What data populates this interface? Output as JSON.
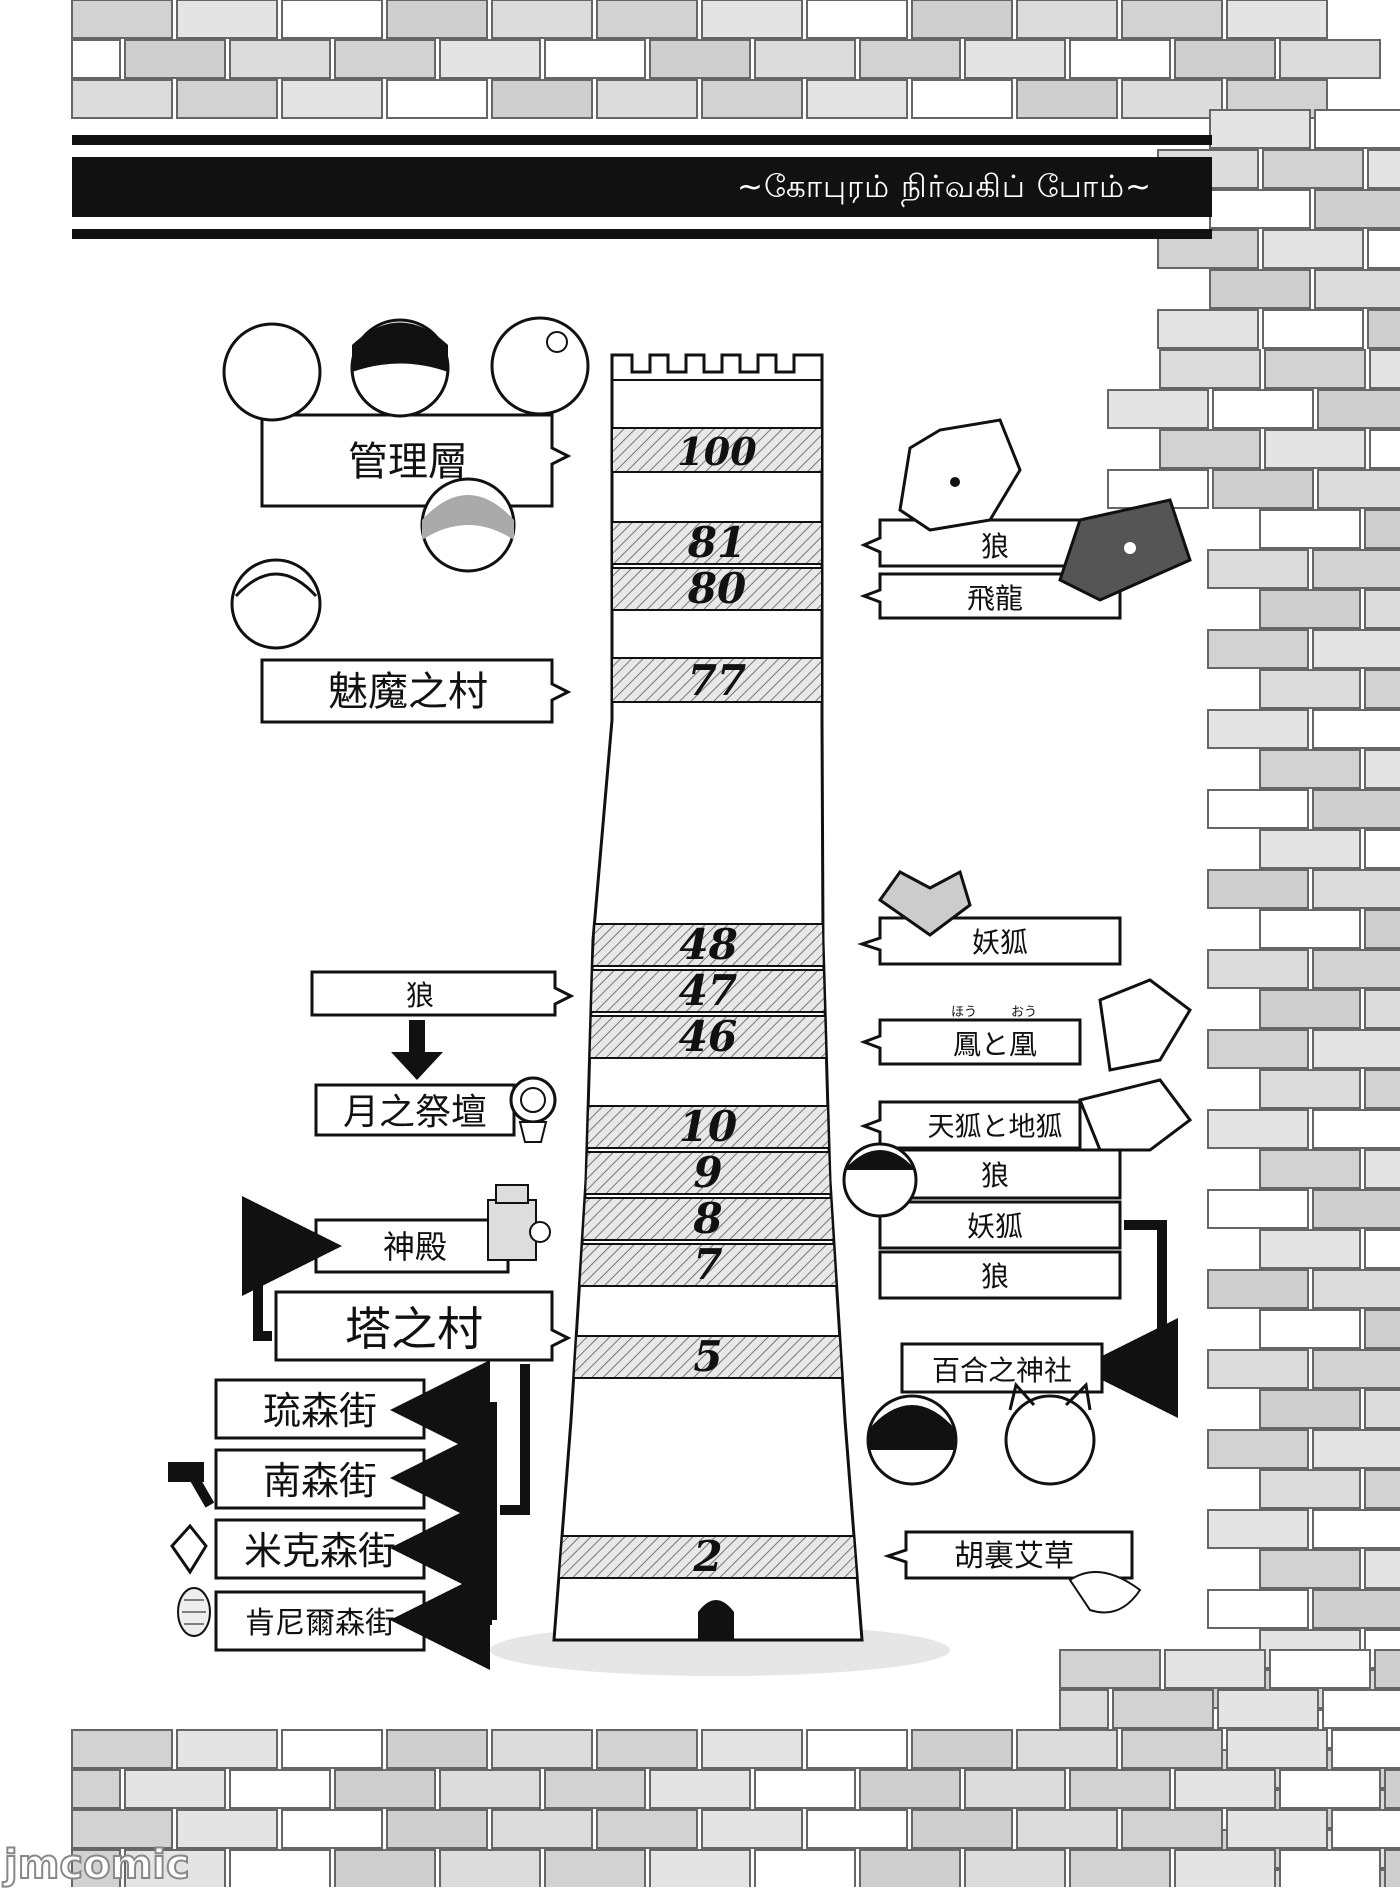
{
  "header": {
    "title": "~கோபுரம் நிர்வகிப் போம்~"
  },
  "floors": [
    "100",
    "81",
    "80",
    "77",
    "48",
    "47",
    "46",
    "10",
    "9",
    "8",
    "7",
    "5",
    "2"
  ],
  "left_labels": {
    "admin": "管理層",
    "succubus_village": "魅魔之村",
    "wolf": "狼",
    "moon_altar": "月之祭壇",
    "temple": "神殿",
    "tower_village": "塔之村",
    "town_ryu": "琉森街",
    "town_minami": "南森街",
    "town_mik": "米克森街",
    "town_kenny": "肯尼爾森街"
  },
  "right_labels": {
    "wolf_81": "狼",
    "dragon_80": "飛龍",
    "fox_48": "妖狐",
    "phoenix_46": "鳳と凰",
    "phoenix_ruby_left": "ほう",
    "phoenix_ruby_right": "おう",
    "tengu_10": "天狐と地狐",
    "wolf_9": "狼",
    "fox_8": "妖狐",
    "wolf_7": "狼",
    "shrine": "百合之神社",
    "herb_2": "胡裏艾草"
  },
  "watermark": "jmcomic"
}
